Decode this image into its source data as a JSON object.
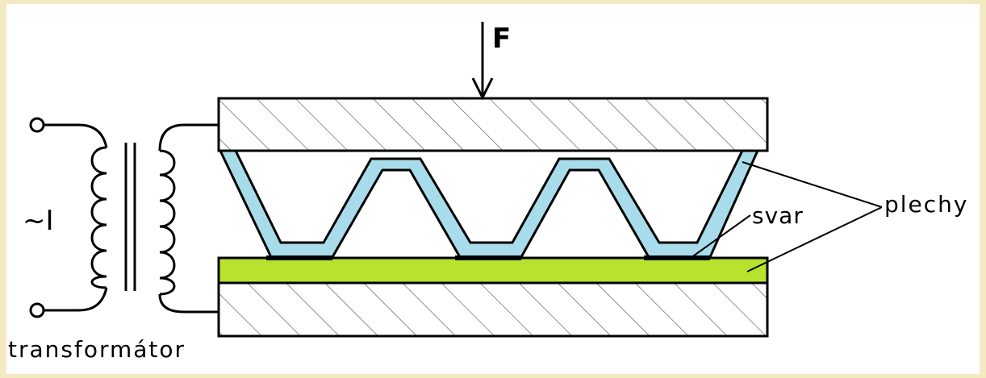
{
  "labels": {
    "force": "F",
    "current": "~I",
    "transformer": "transformátor",
    "weld": "svar",
    "sheets": "plechy"
  },
  "colors": {
    "background": "#f3eac4",
    "canvas": "#ffffff",
    "sheet_corrugated": "#a9dcea",
    "sheet_flat": "#b7e22e",
    "stroke": "#000000",
    "hatch": "#444444"
  },
  "icons": [
    "force-arrow",
    "transformer-coil",
    "terminal-circle"
  ]
}
